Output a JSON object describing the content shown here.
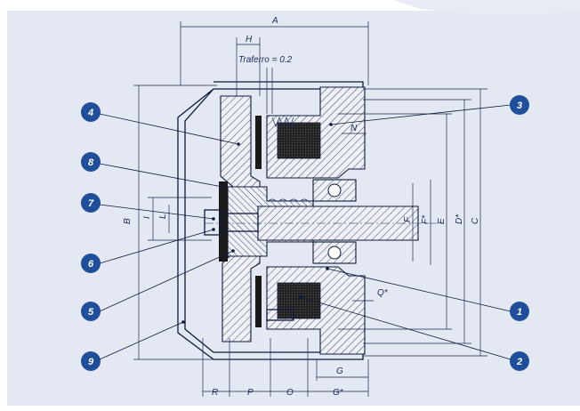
{
  "air_gap_label": "Traferro = 0.2",
  "dimensions": {
    "A": "A",
    "H": "H",
    "N": "N",
    "B": "B",
    "I": "I",
    "L": "L",
    "F": "F",
    "F_star": "F*",
    "E": "E",
    "D_star": "D*",
    "C": "C",
    "Q_star": "Q*",
    "G": "G",
    "G_star": "G*",
    "R": "R",
    "P": "P",
    "O": "O"
  },
  "callouts": [
    {
      "id": "1",
      "label": "1"
    },
    {
      "id": "2",
      "label": "2"
    },
    {
      "id": "3",
      "label": "3"
    },
    {
      "id": "4",
      "label": "4"
    },
    {
      "id": "5",
      "label": "5"
    },
    {
      "id": "6",
      "label": "6"
    },
    {
      "id": "7",
      "label": "7"
    },
    {
      "id": "8",
      "label": "8"
    },
    {
      "id": "9",
      "label": "9"
    }
  ],
  "colors": {
    "badge": "#1f4e9a",
    "background": "#e4e8f3",
    "lines": "#0e1a3d",
    "coil": "#1a1a1a"
  }
}
